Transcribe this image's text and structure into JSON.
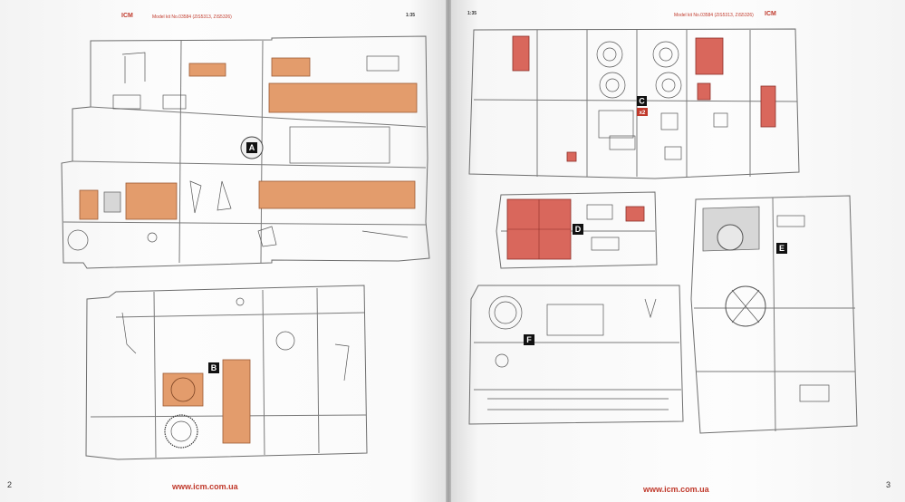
{
  "left_page": {
    "brand": "ICM",
    "header": "Model kit No.03584 (ZiS5313, ZiS5326)",
    "scale": "1:35",
    "page_number": "2",
    "url": "www.icm.com.ua",
    "sprues": [
      {
        "id": "A",
        "label": "A"
      },
      {
        "id": "B",
        "label": "B"
      }
    ]
  },
  "right_page": {
    "brand": "ICM",
    "header": "Model kit No.03584 (ZiS5313, ZiS5326)",
    "scale": "1:35",
    "page_number": "3",
    "url": "www.icm.com.ua",
    "sprues": [
      {
        "id": "C",
        "label": "C",
        "multiplier": "x2"
      },
      {
        "id": "D",
        "label": "D"
      },
      {
        "id": "E",
        "label": "E"
      },
      {
        "id": "F",
        "label": "F"
      }
    ]
  },
  "colors": {
    "brand_red": "#c0392b",
    "part_orange": "#e39c6c",
    "part_red": "#d9675c",
    "part_gray": "#d7d7d7"
  }
}
